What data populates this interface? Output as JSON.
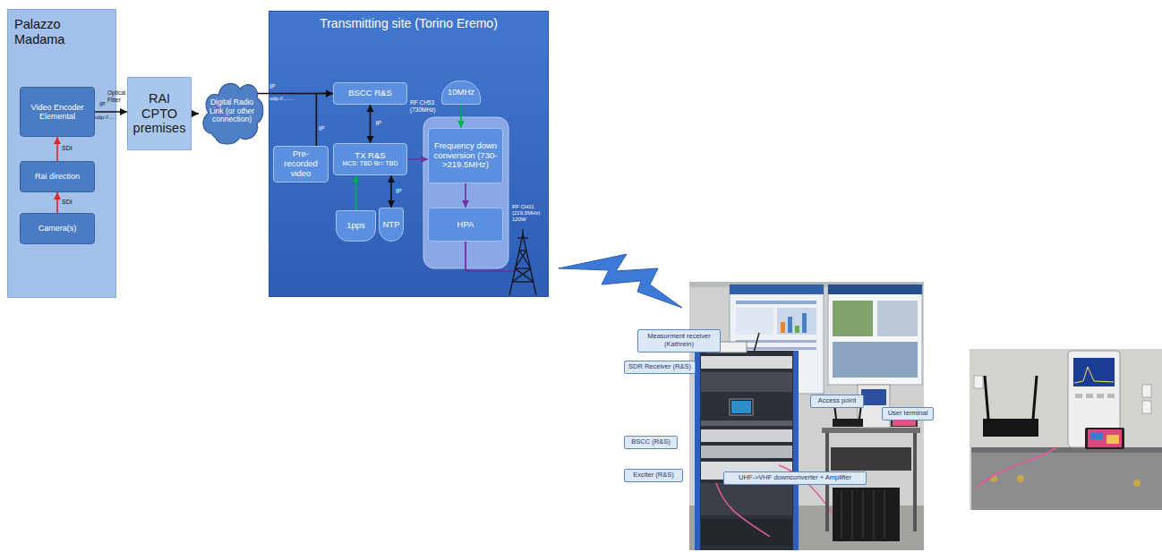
{
  "diagram": {
    "nodes": [
      {
        "text": [
          "Palazzo Madama"
        ]
      },
      {
        "text": [
          "Video Encoder Elemental"
        ],
        "in": 0
      },
      {
        "text": [
          "Rai direction"
        ],
        "in": 0
      },
      {
        "text": [
          "Camera(s)"
        ],
        "in": 0
      },
      {
        "text": [
          "RAI CPTO premises"
        ]
      },
      {
        "text": [
          "Digital Radio Link (or other connection)"
        ]
      },
      {
        "text": [
          "Transmitting site (Torino Eremo)"
        ]
      },
      {
        "text": [
          "BSCC R&S"
        ],
        "in": 6
      },
      {
        "text": [
          "10MHz"
        ],
        "in": 6
      },
      {
        "text": [
          "Pre-recorded video"
        ],
        "in": 6
      },
      {
        "text": [
          "TX R&S",
          "MCS: TBD Br= TBD"
        ],
        "in": 6
      },
      {
        "text": [
          "Frequency down conversion (730->219.5MHz)"
        ],
        "in": 6
      },
      {
        "text": [
          "1pps"
        ],
        "in": 6
      },
      {
        "text": [
          "NTP"
        ],
        "in": 6
      },
      {
        "text": [
          "HPA"
        ],
        "in": 6
      },
      {
        "text": [
          "Measurment receiver (Kathrein)"
        ]
      },
      {
        "text": [
          "SDR Receiver (R&S)"
        ]
      },
      {
        "text": [
          "Access point"
        ]
      },
      {
        "text": [
          "User terminal"
        ]
      },
      {
        "text": [
          "BSCC (R&S)"
        ]
      },
      {
        "text": [
          "Exciter (R&S)"
        ]
      },
      {
        "text": [
          "UHF->VHF downconverter + Amplifier"
        ]
      }
    ],
    "edges": [
      {
        "from": 3,
        "to": 2,
        "arrow": "to",
        "label": "SDI"
      },
      {
        "from": 2,
        "to": 1,
        "arrow": "to",
        "label": "SDI"
      },
      {
        "from": 1,
        "to": 4,
        "arrow": "to"
      },
      {
        "from": 4,
        "to": 5,
        "arrow": "to"
      },
      {
        "from": 5,
        "to": 7,
        "arrow": "to"
      },
      {
        "from": 9,
        "to": 7,
        "arrow": "to"
      },
      {
        "from": 7,
        "to": 10,
        "arrow": "both",
        "label": "IP"
      },
      {
        "from": 10,
        "to": 11,
        "arrow": "to"
      },
      {
        "from": 8,
        "to": 11,
        "arrow": "to"
      },
      {
        "from": 12,
        "to": 10,
        "arrow": "to"
      },
      {
        "from": 13,
        "to": 10,
        "arrow": "both",
        "label": "IP"
      },
      {
        "from": 11,
        "to": 14,
        "arrow": "to"
      }
    ],
    "labels": [
      "IP",
      "Optical Fiber",
      "udp://....",
      "IP",
      "udp://...:...",
      "IP",
      "RF CH53 (730MHz)",
      "RF CH11 (219,5MHz) 120W"
    ]
  }
}
